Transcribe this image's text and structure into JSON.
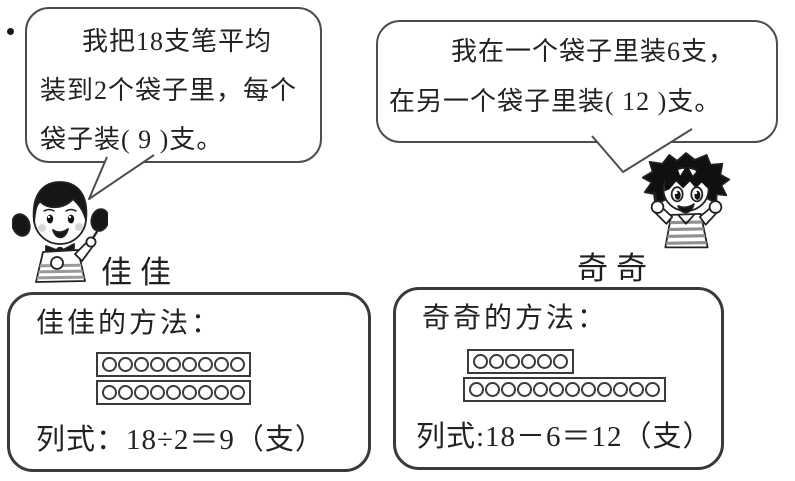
{
  "page": {
    "bullet": "·",
    "background": "#ffffff",
    "ink": "#222222",
    "line_color": "#4d4d4d"
  },
  "jiajia": {
    "name": "佳佳",
    "illustration": "girl-with-pigtails-pointing",
    "bubble_lines": [
      "我把18支笔平均",
      "装到2个袋子里，每个",
      "袋子装( 9 )支。"
    ],
    "method": {
      "title": "佳佳的方法：",
      "circle_rows": [
        9,
        9
      ],
      "equation": "列式：18÷2＝9（支）"
    }
  },
  "qiqi": {
    "name": "奇奇",
    "illustration": "boy-thumbs-up",
    "bubble_lines": [
      "我在一个袋子里装6支，",
      "在另一个袋子里装( 12 )支。"
    ],
    "method": {
      "title": "奇奇的方法：",
      "circle_rows": [
        6,
        12
      ],
      "equation": "列式:18－6＝12（支）"
    }
  }
}
